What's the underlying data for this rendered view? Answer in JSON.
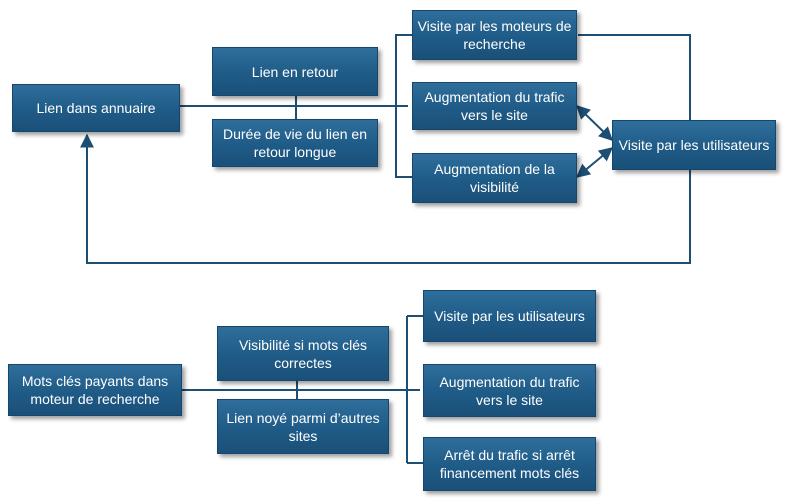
{
  "colors": {
    "box_fill": "#1f5b87",
    "box_border": "#16466b",
    "connector": "#1d4e73",
    "text": "#ffffff"
  },
  "diagram1": {
    "lien_annuaire": "Lien dans annuaire",
    "lien_retour": "Lien en retour",
    "duree_vie": "Durée de vie du lien en retour longue",
    "visite_moteurs": "Visite par les moteurs de recherche",
    "augmentation_trafic": "Augmentation du trafic vers le site",
    "augmentation_visibilite": "Augmentation de la visibilité",
    "visite_utilisateurs": "Visite par les utilisateurs"
  },
  "diagram2": {
    "mots_cles_payants": "Mots clés payants dans moteur de recherche",
    "visibilite_mots_cles": "Visibilité si mots clés correctes",
    "lien_noye": "Lien noyé parmi d’autres sites",
    "visite_utilisateurs": "Visite par les utilisateurs",
    "augmentation_trafic": "Augmentation du trafic vers le site",
    "arret_trafic": "Arrêt du trafic si arrêt financement mots clés"
  }
}
